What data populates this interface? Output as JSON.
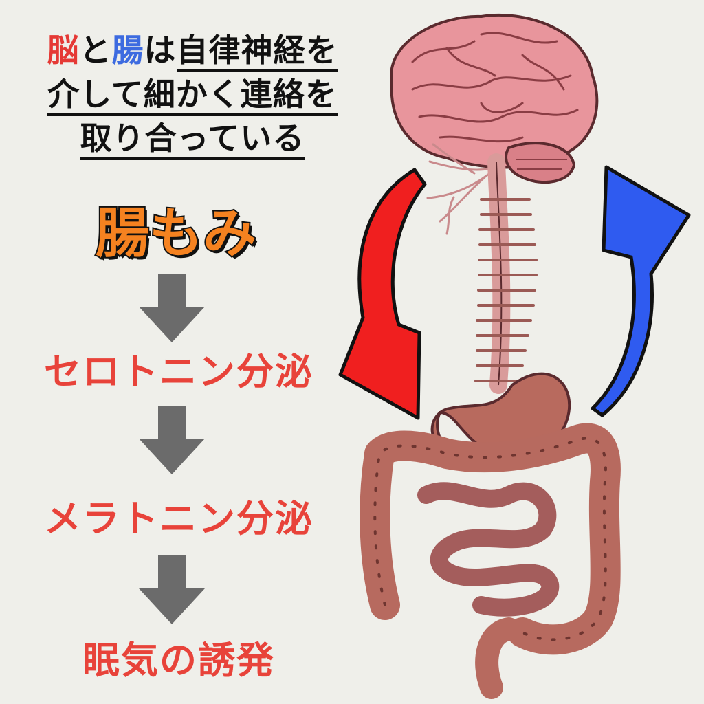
{
  "headline": {
    "brain": "脳",
    "connector1": "と",
    "gut": "腸",
    "connector2": "は",
    "line1_tail": "自律神経を",
    "line2": "介して細かく連絡を",
    "line3": "取り合っている"
  },
  "title": "腸もみ",
  "flow": {
    "steps": [
      "セロトニン分泌",
      "メラトニン分泌",
      "眠気の誘発"
    ]
  },
  "colors": {
    "accent_red": "#e53935",
    "accent_blue": "#3d6be0",
    "title_orange": "#f58220",
    "step_red": "#e8433a",
    "arrow_gray": "#6b6b6b",
    "background": "#efefea"
  },
  "icons": {
    "flow_arrow": "down-arrow-icon",
    "brain_to_gut": "curved-arrow-down-icon",
    "gut_to_brain": "curved-arrow-up-icon"
  }
}
